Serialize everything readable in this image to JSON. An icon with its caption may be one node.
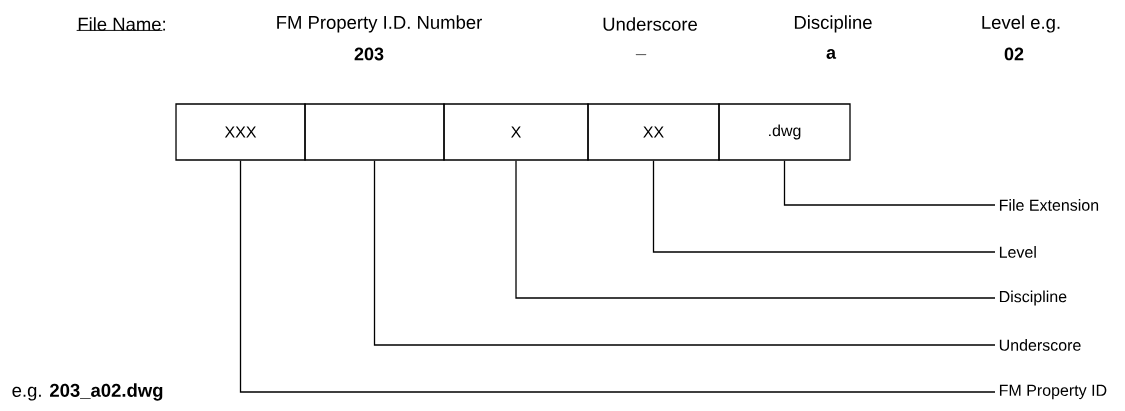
{
  "diagram": {
    "nodes": [
      {
        "text": [
          "XXX"
        ]
      },
      {
        "text": [],
        "shape": "box"
      },
      {
        "text": [
          "X"
        ]
      },
      {
        "text": [
          "XX"
        ]
      },
      {
        "text": [
          ".dwg"
        ]
      },
      {
        "text": [
          "File Extension"
        ]
      },
      {
        "text": [
          "Level"
        ]
      },
      {
        "text": [
          "Discipline"
        ]
      },
      {
        "text": [
          "Underscore"
        ]
      },
      {
        "text": [
          "FM Property ID"
        ]
      }
    ],
    "edges": [
      {
        "from": 4,
        "to": 5,
        "arrow": "none"
      },
      {
        "from": 3,
        "to": 6,
        "arrow": "none"
      },
      {
        "from": 2,
        "to": 7,
        "arrow": "none"
      },
      {
        "from": 1,
        "to": 8,
        "arrow": "none"
      },
      {
        "from": 0,
        "to": 9,
        "arrow": "none"
      }
    ],
    "labels": [
      "File Name:",
      "FM Property I.D. Number",
      "Underscore",
      "Discipline",
      "Level e.g.",
      "203",
      "_",
      "a",
      "02",
      "e.g. **203_a02.dwg**"
    ]
  }
}
